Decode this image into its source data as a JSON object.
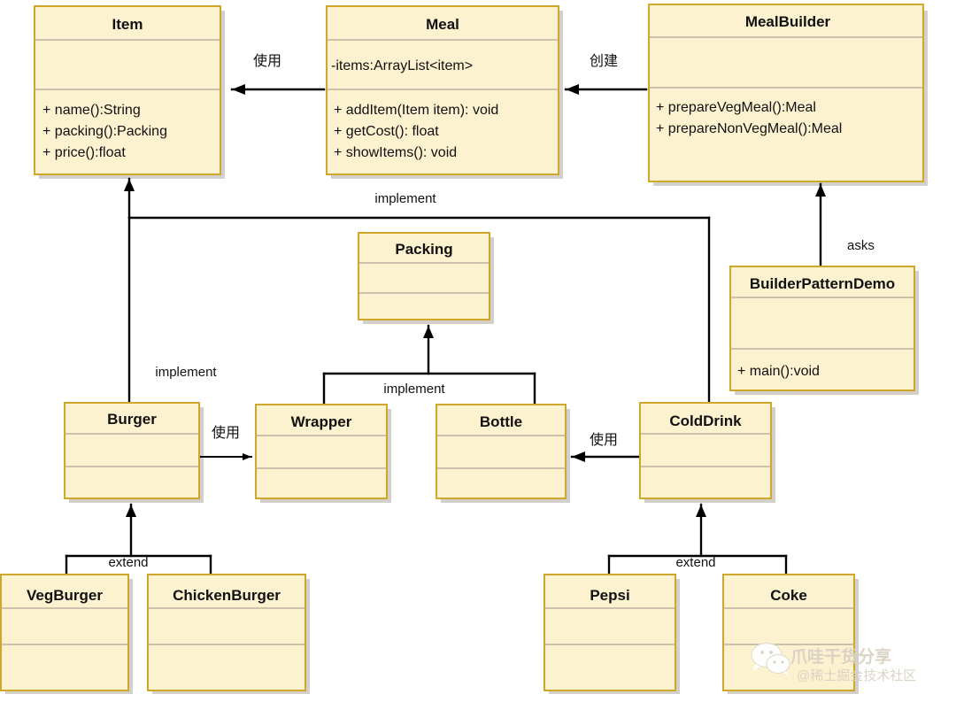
{
  "diagram": {
    "type": "uml-class-diagram",
    "title": "Builder Pattern UML Class Diagram",
    "style": {
      "box_fill": "#fcf2cf",
      "box_border": "#cfa82b",
      "separator": "#b9b2a0",
      "line": "#000000",
      "shadow": "#cccccc",
      "background": "#ffffff"
    },
    "classes": [
      {
        "id": "item",
        "name": "Item",
        "attributes": [],
        "methods": [
          "+ name():String",
          "+ packing():Packing",
          "+ price():float"
        ]
      },
      {
        "id": "meal",
        "name": "Meal",
        "attributes": [
          "-items:ArrayList<item>"
        ],
        "methods": [
          "+ addItem(Item item): void",
          "+ getCost(): float",
          "+ showItems(): void"
        ]
      },
      {
        "id": "mealbuilder",
        "name": "MealBuilder",
        "attributes": [],
        "methods": [
          "+ prepareVegMeal():Meal",
          "+ prepareNonVegMeal():Meal"
        ]
      },
      {
        "id": "builderpatterndemo",
        "name": "BuilderPatternDemo",
        "attributes": [],
        "methods": [
          "+ main():void"
        ]
      },
      {
        "id": "packing",
        "name": "Packing",
        "attributes": [],
        "methods": []
      },
      {
        "id": "burger",
        "name": "Burger",
        "attributes": [],
        "methods": []
      },
      {
        "id": "wrapper",
        "name": "Wrapper",
        "attributes": [],
        "methods": []
      },
      {
        "id": "bottle",
        "name": "Bottle",
        "attributes": [],
        "methods": []
      },
      {
        "id": "colddrink",
        "name": "ColdDrink",
        "attributes": [],
        "methods": []
      },
      {
        "id": "vegburger",
        "name": "VegBurger",
        "attributes": [],
        "methods": []
      },
      {
        "id": "chickenburger",
        "name": "ChickenBurger",
        "attributes": [],
        "methods": []
      },
      {
        "id": "pepsi",
        "name": "Pepsi",
        "attributes": [],
        "methods": []
      },
      {
        "id": "coke",
        "name": "Coke",
        "attributes": [],
        "methods": []
      }
    ],
    "relations": [
      {
        "id": "meal-item",
        "from": "meal",
        "to": "item",
        "label": "使用"
      },
      {
        "id": "mealbuilder-meal",
        "from": "mealbuilder",
        "to": "meal",
        "label": "创建"
      },
      {
        "id": "demo-mealbuilder",
        "from": "builderpatterndemo",
        "to": "mealbuilder",
        "label": "asks"
      },
      {
        "id": "item-impl",
        "from": "burger,colddrink",
        "to": "item",
        "label": "implement"
      },
      {
        "id": "packing-impl",
        "from": "wrapper,bottle",
        "to": "packing",
        "label": "implement"
      },
      {
        "id": "burger-wrapper",
        "from": "burger",
        "to": "wrapper",
        "label": "使用"
      },
      {
        "id": "colddrink-bottle",
        "from": "colddrink",
        "to": "bottle",
        "label": "使用"
      },
      {
        "id": "burger-extend",
        "from": "vegburger,chickenburger",
        "to": "burger",
        "label": "extend"
      },
      {
        "id": "colddrink-extend",
        "from": "pepsi,coke",
        "to": "colddrink",
        "label": "extend"
      }
    ],
    "labels": {
      "use_meal_item": "使用",
      "create_mealbuilder_meal": "创建",
      "asks": "asks",
      "implement_item": "implement",
      "implement_packing": "implement",
      "implement_burger": "implement",
      "use_burger_wrapper": "使用",
      "use_colddrink_bottle": "使用",
      "extend_burger": "extend",
      "extend_colddrink": "extend"
    }
  },
  "watermark": {
    "name": "爪哇干货分享",
    "handle": "@稀土掘金技术社区",
    "icon": "wechat-icon"
  }
}
